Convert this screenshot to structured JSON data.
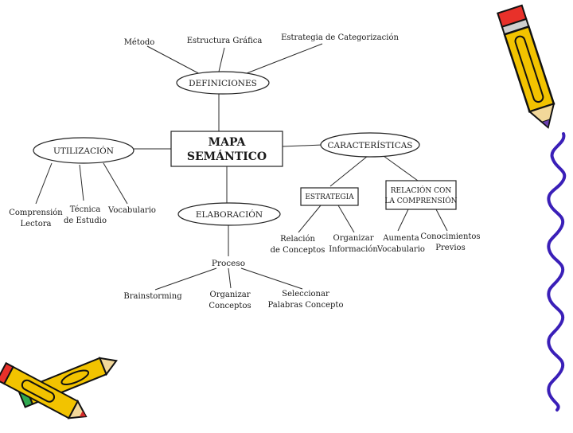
{
  "diagram": {
    "center_title": [
      "MAPA",
      "SEMÁNTICO"
    ],
    "nodes": {
      "definiciones": "DEFINICIONES",
      "utilizacion": "UTILIZACIÓN",
      "caracteristicas": "CARACTERÍSTICAS",
      "elaboracion": "ELABORACIÓN",
      "estrategia": "ESTRATEGIA",
      "relacion": [
        "RELACIÓN CON",
        "LA COMPRENSIÓN"
      ],
      "proceso": "Proceso"
    },
    "leaves": {
      "metodo": "Método",
      "estructura": "Estructura Gráfica",
      "estrategia_cat": "Estrategia de Categorización",
      "comprension": [
        "Comprensión",
        "Lectora"
      ],
      "tecnica": [
        "Técnica",
        "de Estudio"
      ],
      "vocabulario": "Vocabulario",
      "relacion_conceptos": [
        "Relación",
        "de Conceptos"
      ],
      "organizar_info": [
        "Organizar",
        "Información"
      ],
      "aumenta_vocab": [
        "Aumenta",
        "Vocabulario"
      ],
      "conocimientos": [
        "Conocimientos",
        "Previos"
      ],
      "brainstorming": "Brainstorming",
      "organizar_conceptos": [
        "Organizar",
        "Conceptos"
      ],
      "seleccionar": [
        "Seleccionar",
        "Palabras Concepto"
      ]
    }
  },
  "decorations": {
    "pencil_icon": "pencil-icon",
    "crayon_icon": "crayon-icon",
    "scribble": "purple-wavy-border"
  },
  "colors": {
    "pencil_body": "#f2c300",
    "pencil_eraser": "#e8312a",
    "crayon_green": "#2fa84f",
    "scribble_line": "#3a1fb8",
    "ink": "#1a1a1a"
  }
}
